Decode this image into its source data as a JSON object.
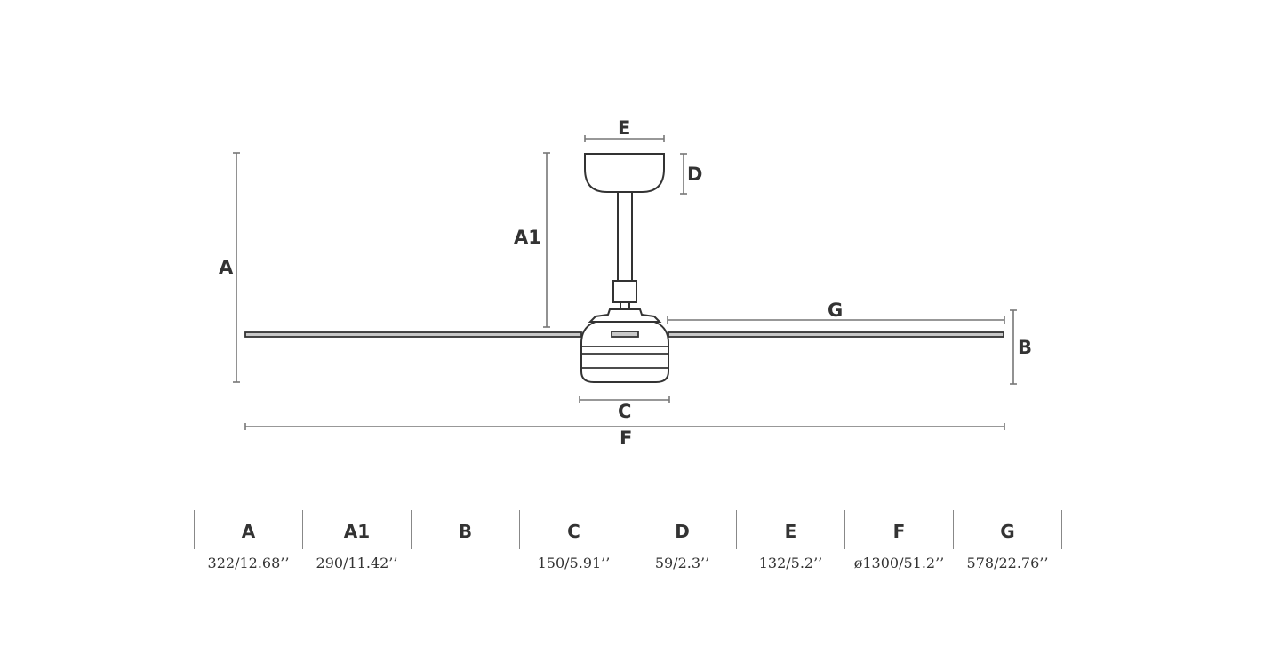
{
  "labels": {
    "A": "A",
    "A1": "A1",
    "B": "B",
    "C": "C",
    "D": "D",
    "E": "E",
    "F": "F",
    "G": "G"
  },
  "table": {
    "columns": [
      {
        "header": "A",
        "value": "322/12.68’’"
      },
      {
        "header": "A1",
        "value": "290/11.42’’"
      },
      {
        "header": "B",
        "value": ""
      },
      {
        "header": "C",
        "value": "150/5.91’’"
      },
      {
        "header": "D",
        "value": "59/2.3’’"
      },
      {
        "header": "E",
        "value": "132/5.2’’"
      },
      {
        "header": "F",
        "value": "ø1300/51.2’’"
      },
      {
        "header": "G",
        "value": "578/22.76’’"
      }
    ]
  }
}
